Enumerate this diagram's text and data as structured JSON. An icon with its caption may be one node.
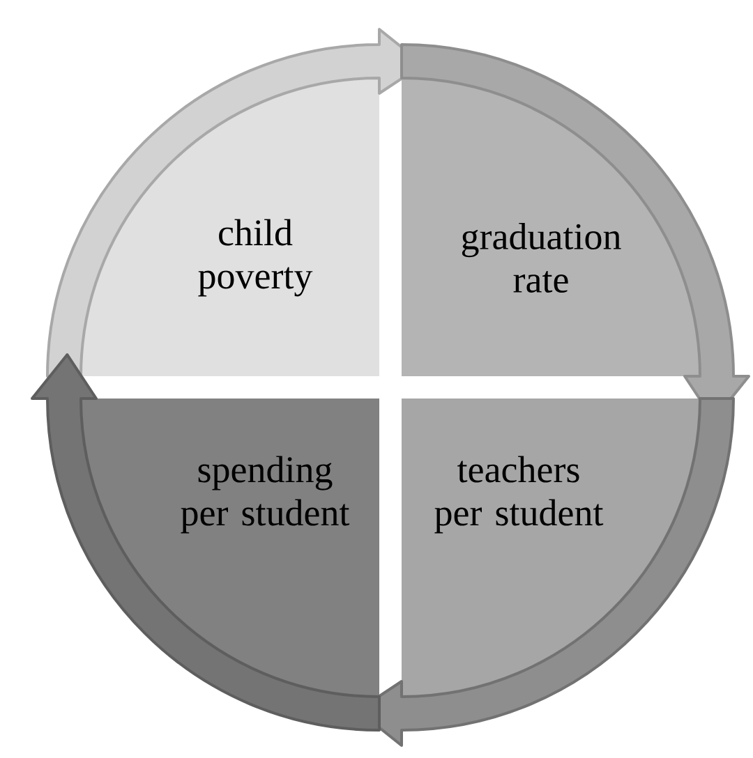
{
  "diagram": {
    "nodes": [
      {
        "text": [
          "child poverty"
        ]
      },
      {
        "text": [
          "graduation rate"
        ]
      },
      {
        "text": [
          "spending per student"
        ]
      },
      {
        "text": [
          "teachers per student"
        ]
      }
    ],
    "edges": [
      {
        "from": 0,
        "to": 1,
        "arrow": "to"
      },
      {
        "from": 1,
        "to": 3,
        "arrow": "to"
      },
      {
        "from": 3,
        "to": 2,
        "arrow": "to"
      },
      {
        "from": 2,
        "to": 0,
        "arrow": "to"
      }
    ]
  }
}
